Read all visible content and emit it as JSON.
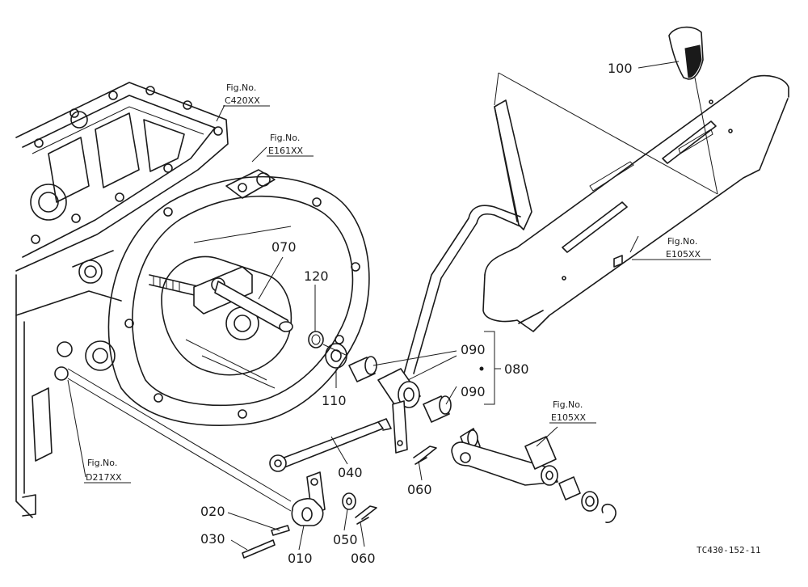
{
  "callouts": {
    "p010": "010",
    "p020": "020",
    "p030": "030",
    "p040": "040",
    "p050": "050",
    "p060a": "060",
    "p060b": "060",
    "p070": "070",
    "p080": "080",
    "p090a": "090",
    "p090b": "090",
    "p100": "100",
    "p110": "110",
    "p120": "120"
  },
  "fig_refs": {
    "c420": {
      "label": "Fig.No.",
      "code": "C420XX"
    },
    "e161": {
      "label": "Fig.No.",
      "code": "E161XX"
    },
    "e105_top": {
      "label": "Fig.No.",
      "code": "E105XX"
    },
    "e105_bottom": {
      "label": "Fig.No.",
      "code": "E105XX"
    },
    "d217": {
      "label": "Fig.No.",
      "code": "D217XX"
    }
  },
  "drawing_code": "TC430-152-11"
}
